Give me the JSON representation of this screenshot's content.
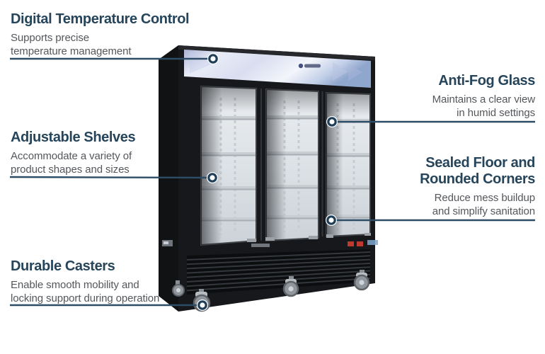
{
  "diagram": {
    "subject": "three-glass-door reach-in refrigerator, black cabinet with light branded header panel",
    "marker_style": "white dot with dark ring",
    "icons": [
      "brand-logo-icon"
    ]
  },
  "colors": {
    "background": "#ffffff",
    "accent_line": "#2d4d66",
    "heading_text": "#26455b",
    "body_text": "#54575b",
    "cabinet_black": "#17181b",
    "header_panel_tint": "#dfe3f2",
    "glass_tint": "#dde2e6",
    "marker_fill": "#ffffff",
    "marker_ring": "#1f3e58"
  },
  "callouts": [
    {
      "id": "digital-temperature-control",
      "side": "left",
      "title_lines": [
        "Digital Temperature Control"
      ],
      "description_lines": [
        "Supports precise",
        "temperature management"
      ]
    },
    {
      "id": "adjustable-shelves",
      "side": "left",
      "title_lines": [
        "Adjustable Shelves"
      ],
      "description_lines": [
        "Accommodate a variety of",
        "product shapes and sizes"
      ]
    },
    {
      "id": "durable-casters",
      "side": "left",
      "title_lines": [
        "Durable Casters"
      ],
      "description_lines": [
        "Enable smooth mobility and",
        "locking support during operation"
      ]
    },
    {
      "id": "anti-fog-glass",
      "side": "right",
      "title_lines": [
        "Anti-Fog Glass"
      ],
      "description_lines": [
        "Maintains a clear view",
        "in humid settings"
      ]
    },
    {
      "id": "sealed-floor-rounded-corners",
      "side": "right",
      "title_lines": [
        "Sealed Floor and",
        "Rounded Corners"
      ],
      "description_lines": [
        "Reduce mess buildup",
        "and simplify sanitation"
      ]
    }
  ]
}
